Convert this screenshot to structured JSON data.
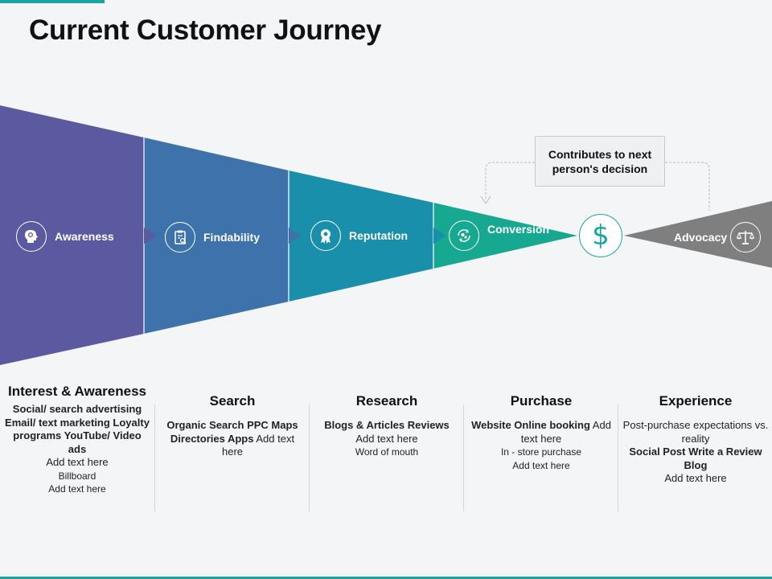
{
  "title": "Current Customer Journey",
  "colors": {
    "awareness": "#5b5aa0",
    "findability": "#3d72aa",
    "reputation": "#1a8fab",
    "conversion": "#16a890",
    "advocacy": "#7f7f7f",
    "accent": "#1aa6a0"
  },
  "stages": [
    {
      "label": "Awareness",
      "icon": "head-gears-icon"
    },
    {
      "label": "Findability",
      "icon": "clipboard-search-icon"
    },
    {
      "label": "Reputation",
      "icon": "badge-icon"
    },
    {
      "label": "Conversion",
      "icon": "cycle-gears-icon"
    },
    {
      "label": "Advocacy",
      "icon": "scales-icon"
    }
  ],
  "center": {
    "symbol": "$",
    "icon": "dollar-icon"
  },
  "note": "Contributes to next person's decision",
  "columns": [
    {
      "heading": "Interest & Awareness",
      "bold": "Social/ search advertising Email/ text marketing Loyalty programs YouTube/ Video ads",
      "plain": "Add text here",
      "small": "Billboard",
      "small2": "Add text here"
    },
    {
      "heading": "Search",
      "bold": "Organic Search PPC Maps Directories Apps",
      "plain": "Add text here"
    },
    {
      "heading": "Research",
      "bold": "Blogs & Articles Reviews",
      "plain": "Add text here",
      "small": "Word of mouth"
    },
    {
      "heading": "Purchase",
      "bold": "Website Online booking",
      "plain": "Add text here",
      "small": "In - store purchase",
      "small2": "Add text here"
    },
    {
      "heading": "Experience",
      "plain_pre": "Post-purchase expectations vs. reality",
      "bold": "Social Post Write a Review Blog",
      "plain": "Add text here"
    }
  ]
}
